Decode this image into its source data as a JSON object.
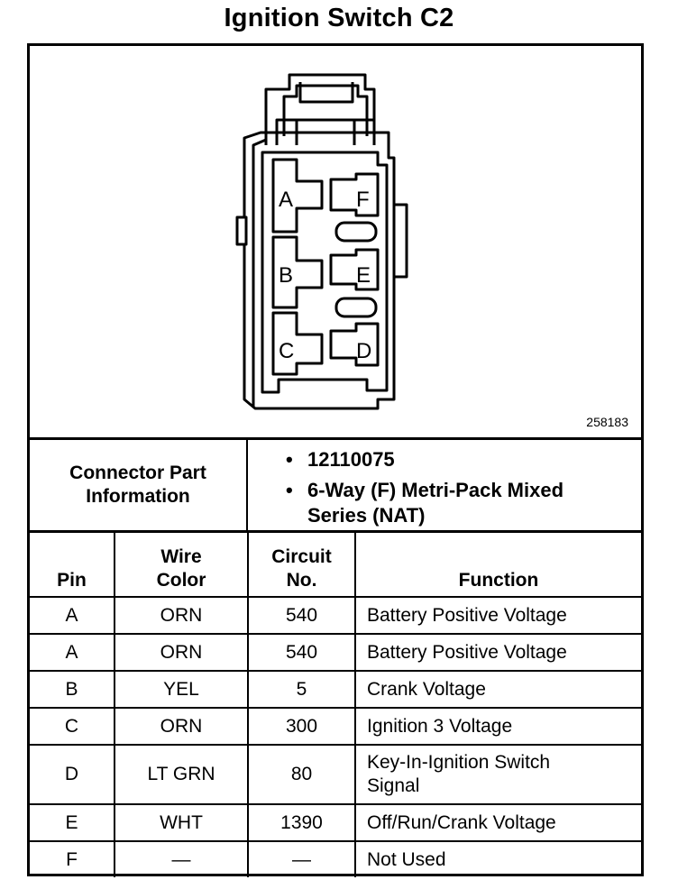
{
  "title": "Ignition Switch C2",
  "figure_id": "258183",
  "connector": {
    "pins": [
      "A",
      "B",
      "C",
      "D",
      "E",
      "F"
    ]
  },
  "part_info": {
    "label_line1": "Connector Part",
    "label_line2": "Information",
    "items": [
      "12110075",
      "6-Way (F) Metri-Pack Mixed Series (NAT)"
    ]
  },
  "table": {
    "headers": {
      "pin": "Pin",
      "wire_line1": "Wire",
      "wire_line2": "Color",
      "circuit_line1": "Circuit",
      "circuit_line2": "No.",
      "function": "Function"
    },
    "rows": [
      {
        "pin": "A",
        "wire": "ORN",
        "circuit": "540",
        "function": "Battery Positive Voltage"
      },
      {
        "pin": "A",
        "wire": "ORN",
        "circuit": "540",
        "function": "Battery Positive Voltage"
      },
      {
        "pin": "B",
        "wire": "YEL",
        "circuit": "5",
        "function": "Crank Voltage"
      },
      {
        "pin": "C",
        "wire": "ORN",
        "circuit": "300",
        "function": "Ignition 3 Voltage"
      },
      {
        "pin": "D",
        "wire": "LT GRN",
        "circuit": "80",
        "function": "Key-In-Ignition Switch Signal"
      },
      {
        "pin": "E",
        "wire": "WHT",
        "circuit": "1390",
        "function": "Off/Run/Crank Voltage"
      },
      {
        "pin": "F",
        "wire": "—",
        "circuit": "—",
        "function": "Not Used"
      }
    ]
  }
}
